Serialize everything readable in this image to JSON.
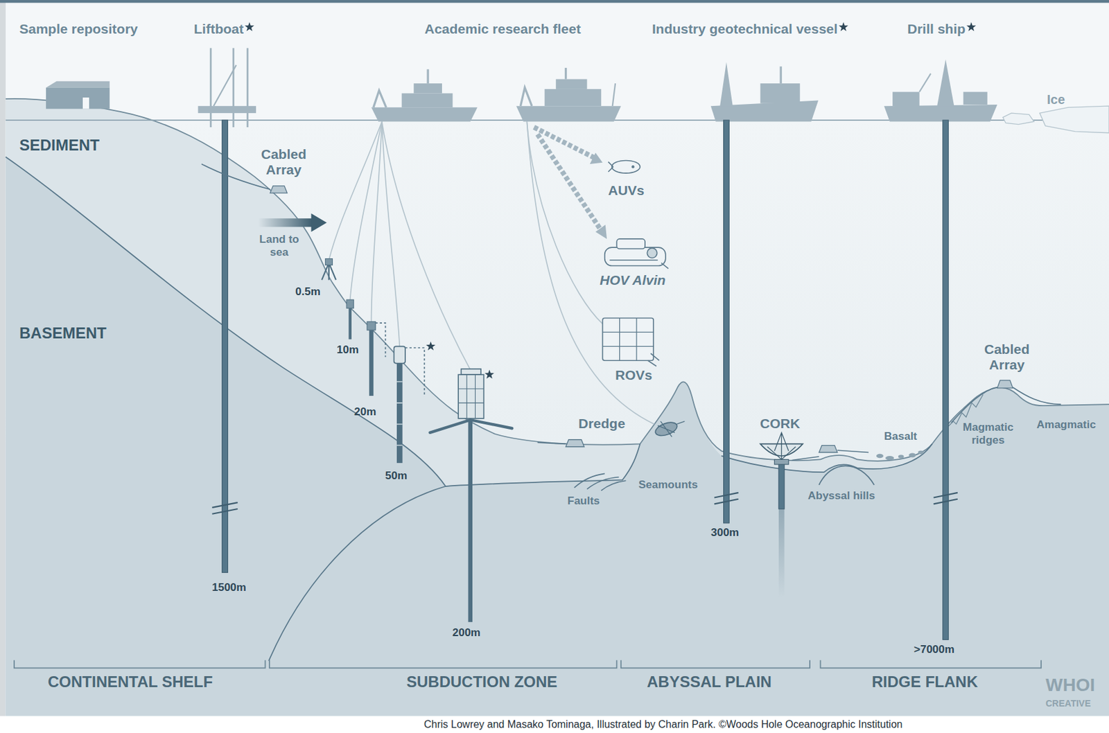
{
  "diagram": {
    "caption": "Chris Lowrey and Masako Tominaga, Illustrated by Charin Park. ©Woods Hole Oceanographic Institution",
    "labels": [
      "Sample repository",
      "Liftboat",
      "Academic research fleet",
      "Industry geotechnical vessel",
      "Drill ship",
      "Ice",
      "SEDIMENT",
      "BASEMENT",
      "Cabled Array",
      "Land to sea",
      "AUVs",
      "HOV Alvin",
      "ROVs",
      "0.5m",
      "10m",
      "20m",
      "50m",
      "200m",
      "1500m",
      "Dredge",
      "CORK",
      "Seamounts",
      "Faults",
      "300m",
      "Abyssal hills",
      "Basalt",
      "Cabled Array",
      "Magmatic ridges",
      "Amagmatic",
      ">7000m",
      "CONTINENTAL SHELF",
      "SUBDUCTION ZONE",
      "ABYSSAL PLAIN",
      "RIDGE FLANK",
      "WHOI",
      "CREATIVE"
    ]
  }
}
